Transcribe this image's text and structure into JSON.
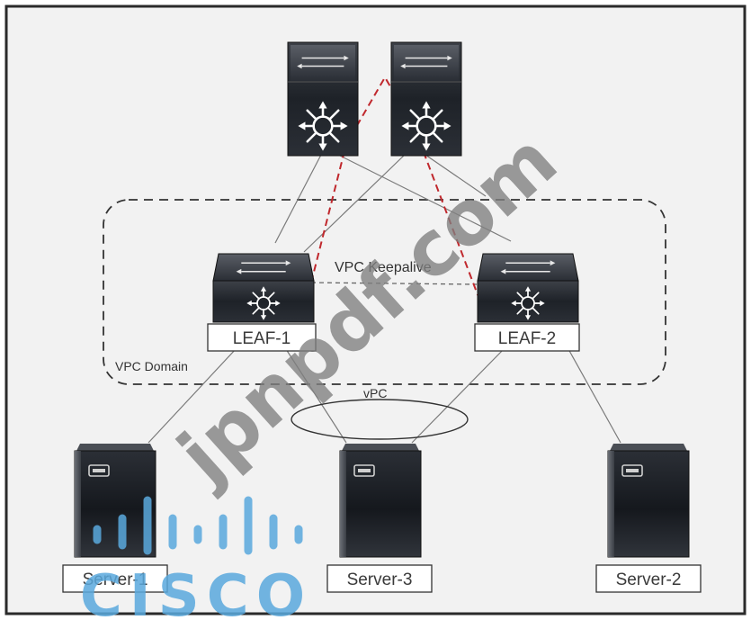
{
  "diagram": {
    "labels": {
      "keepalive": "VPC Keepalive",
      "domain": "VPC Domain",
      "vpc": "vPC"
    },
    "leafs": [
      {
        "id": "leaf1",
        "label": "LEAF-1"
      },
      {
        "id": "leaf2",
        "label": "LEAF-2"
      }
    ],
    "servers": [
      {
        "id": "server1",
        "label": "Server-1"
      },
      {
        "id": "server3",
        "label": "Server-3"
      },
      {
        "id": "server2",
        "label": "Server-2"
      }
    ],
    "watermark": {
      "text": "jpnpdf.com",
      "logo_text": "CISCO"
    },
    "colors": {
      "device_dark": "#1c2026",
      "link": "#7a7a7a",
      "peer_link": "#c0282d",
      "watermark_gray": "#8a8a8a",
      "cisco_blue": "#5aa9dd"
    }
  }
}
